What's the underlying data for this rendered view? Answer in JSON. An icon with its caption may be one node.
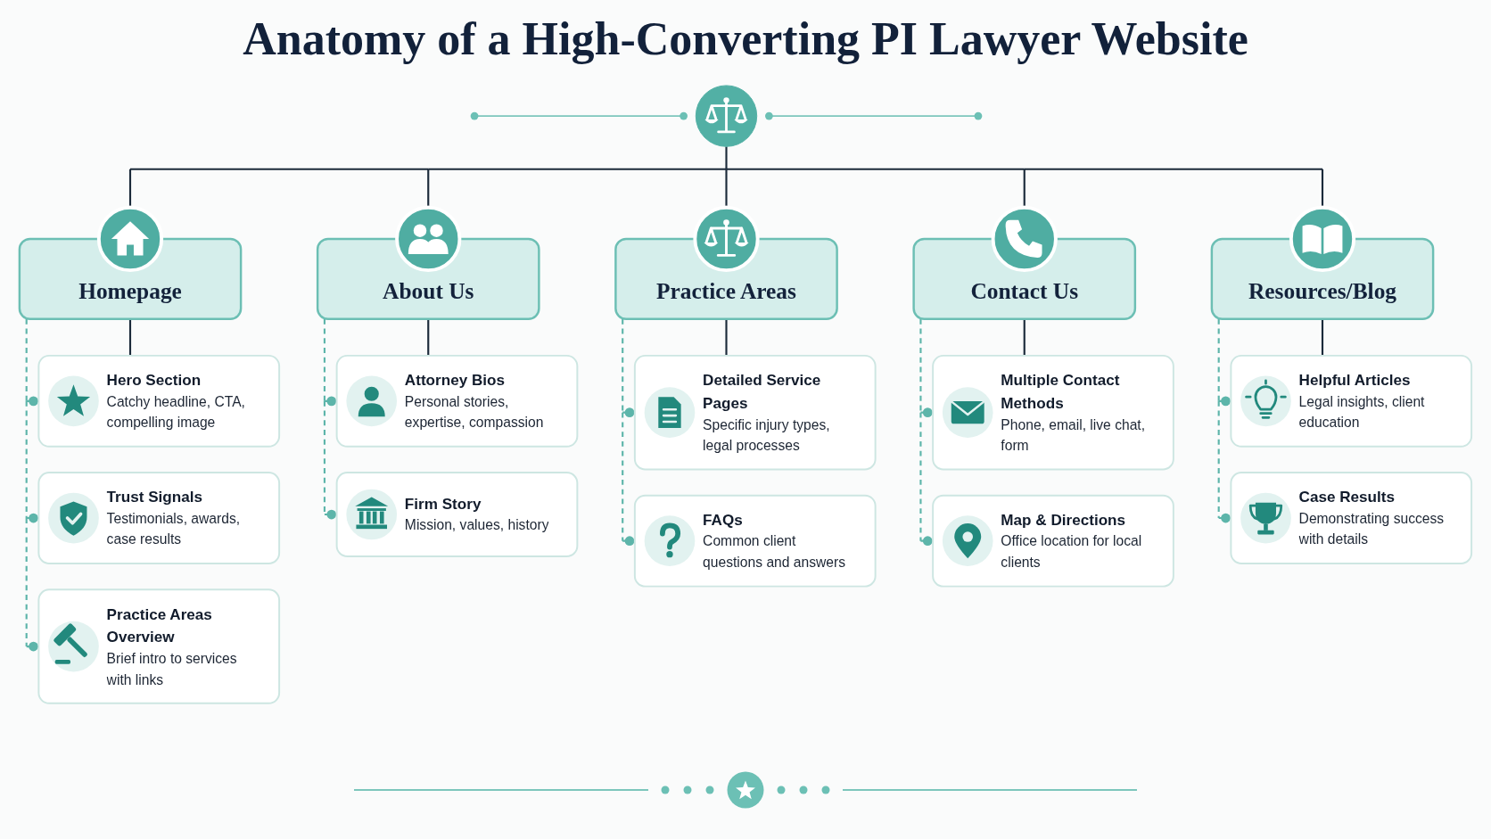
{
  "diagram": {
    "title": "Anatomy of a High-Converting PI Lawyer Website",
    "nodes": [
      {
        "text": [],
        "shape": "circle"
      },
      {
        "text": [
          "Homepage"
        ]
      },
      {
        "text": [
          "Hero Section",
          "Catchy headline, CTA, compelling image"
        ]
      },
      {
        "text": [
          "Trust Signals",
          "Testimonials, awards, case results"
        ]
      },
      {
        "text": [
          "Practice Areas Overview",
          "Brief intro to services with links"
        ]
      },
      {
        "text": [
          "About Us"
        ]
      },
      {
        "text": [
          "Attorney Bios",
          "Personal stories, expertise, compassion"
        ]
      },
      {
        "text": [
          "Firm Story",
          "Mission, values, history"
        ]
      },
      {
        "text": [
          "Practice Areas"
        ]
      },
      {
        "text": [
          "Detailed Service Pages",
          "Specific injury types, legal processes"
        ]
      },
      {
        "text": [
          "FAQs",
          "Common client questions and answers"
        ]
      },
      {
        "text": [
          "Contact Us"
        ]
      },
      {
        "text": [
          "Multiple Contact Methods",
          "Phone, email, live chat, form"
        ]
      },
      {
        "text": [
          "Map & Directions",
          "Office location for local clients"
        ]
      },
      {
        "text": [
          "Resources/Blog"
        ]
      },
      {
        "text": [
          "Helpful Articles",
          "Legal insights, client education"
        ]
      },
      {
        "text": [
          "Case Results",
          "Demonstrating success with details"
        ]
      }
    ],
    "edges": [
      {
        "from": 0,
        "to": 1,
        "arrow": "none",
        "color": "#1b2a3a"
      },
      {
        "from": 0,
        "to": 5,
        "arrow": "none",
        "color": "#1b2a3a"
      },
      {
        "from": 0,
        "to": 8,
        "arrow": "none",
        "color": "#1b2a3a"
      },
      {
        "from": 0,
        "to": 11,
        "arrow": "none",
        "color": "#1b2a3a"
      },
      {
        "from": 0,
        "to": 14,
        "arrow": "none",
        "color": "#1b2a3a"
      },
      {
        "from": 1,
        "to": 2,
        "arrow": "none",
        "color": "#1b2a3a"
      },
      {
        "from": 1,
        "to": 2,
        "arrow": "other",
        "style": "dashed"
      },
      {
        "from": 1,
        "to": 3,
        "arrow": "other",
        "style": "dashed"
      },
      {
        "from": 1,
        "to": 4,
        "arrow": "other",
        "style": "dashed"
      },
      {
        "from": 5,
        "to": 6,
        "arrow": "none",
        "color": "#1b2a3a"
      },
      {
        "from": 5,
        "to": 6,
        "arrow": "other",
        "style": "dashed"
      },
      {
        "from": 5,
        "to": 7,
        "arrow": "other",
        "style": "dashed"
      },
      {
        "from": 8,
        "to": 9,
        "arrow": "none",
        "color": "#1b2a3a"
      },
      {
        "from": 8,
        "to": 9,
        "arrow": "other",
        "style": "dashed"
      },
      {
        "from": 8,
        "to": 10,
        "arrow": "other",
        "style": "dashed"
      },
      {
        "from": 11,
        "to": 12,
        "arrow": "none",
        "color": "#1b2a3a"
      },
      {
        "from": 11,
        "to": 12,
        "arrow": "other",
        "style": "dashed"
      },
      {
        "from": 11,
        "to": 13,
        "arrow": "other",
        "style": "dashed"
      },
      {
        "from": 14,
        "to": 15,
        "arrow": "none",
        "color": "#1b2a3a"
      },
      {
        "from": 14,
        "to": 15,
        "arrow": "other",
        "style": "dashed"
      },
      {
        "from": 14,
        "to": 16,
        "arrow": "other",
        "style": "dashed"
      }
    ]
  }
}
